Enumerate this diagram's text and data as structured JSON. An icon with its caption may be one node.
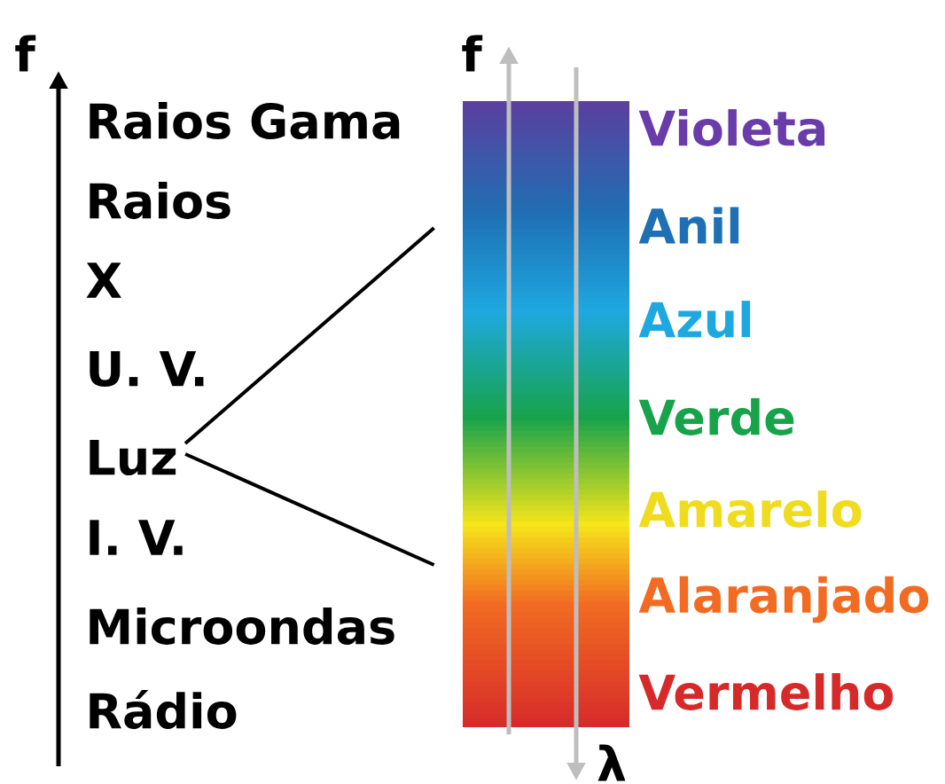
{
  "diagram": {
    "nodes": [
      {
        "text": [
          "Luz"
        ]
      },
      {
        "text": [],
        "shape": "bar",
        "beside": [
          "Violeta",
          "Anil",
          "Azul",
          "Verde",
          "Amarelo",
          "Alaranjado",
          "Vermelho"
        ]
      }
    ],
    "edges": [
      {
        "from": 0,
        "to": 1,
        "arrow": "none"
      },
      {
        "from": 0,
        "to": 1,
        "arrow": "none"
      }
    ],
    "labels": [
      "f",
      "Raios Gama",
      "Raios",
      "X",
      "U. V.",
      "I. V.",
      "Microondas",
      "Rádio",
      "f",
      "λ"
    ]
  }
}
